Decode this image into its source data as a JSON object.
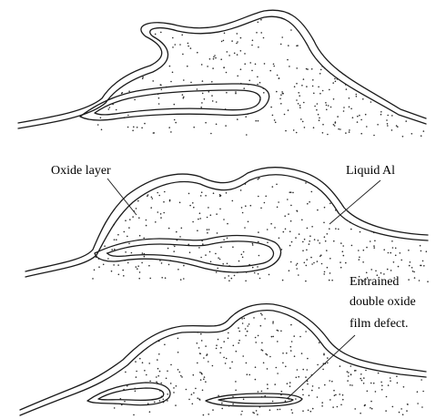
{
  "labels": {
    "oxide_layer": "Oxide layer",
    "liquid_al": "Liquid Al",
    "defect_line1": "Entrained",
    "defect_line2": "double oxide",
    "defect_line3": "film defect."
  },
  "colors": {
    "line": "#1a1a1a",
    "dots": "#2a2a2a",
    "background": "#ffffff"
  }
}
